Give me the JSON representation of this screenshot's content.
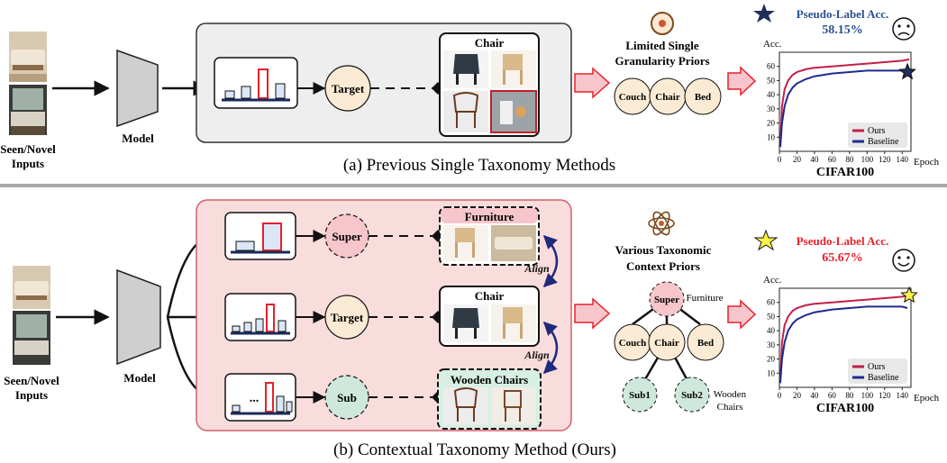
{
  "panel_a": {
    "caption": "(a) Previous Single Taxonomy Methods",
    "inputs_label_1": "Seen/Novel",
    "inputs_label_2": "Inputs",
    "model_label": "Model",
    "target_label": "Target",
    "class_box_title": "Chair",
    "priors_title_1": "Limited Single",
    "priors_title_2": "Granularity  Priors",
    "priors": [
      "Couch",
      "Chair",
      "Bed"
    ],
    "pseudo_label_title": "Pseudo-Label Acc.",
    "pseudo_label_value": "58.15%",
    "pseudo_color": "#2a4f8f",
    "chart_label": "CIFAR100"
  },
  "panel_b": {
    "caption": "(b) Contextual Taxonomy Method (Ours)",
    "inputs_label_1": "Seen/Novel",
    "inputs_label_2": "Inputs",
    "model_label": "Model",
    "super_label": "Super",
    "target_label": "Target",
    "sub_label": "Sub",
    "box_super_title": "Furniture",
    "box_target_title": "Chair",
    "box_sub_title": "Wooden Chairs",
    "align_label": "Align",
    "priors_title_1": "Various Taxonomic",
    "priors_title_2": "Context Priors",
    "tree_super": "Super",
    "tree_super_note": "Furniture",
    "tree_mid": [
      "Couch",
      "Chair",
      "Bed"
    ],
    "tree_sub": [
      "Sub1",
      "Sub2"
    ],
    "tree_sub_note_1": "Wooden",
    "tree_sub_note_2": "Chairs",
    "pseudo_label_title": "Pseudo-Label Acc.",
    "pseudo_label_value": "65.67%",
    "pseudo_color": "#e8202a",
    "chart_label": "CIFAR100"
  },
  "chart_data": [
    {
      "type": "line",
      "xlabel": "Epoch",
      "ylabel": "Acc.",
      "xticks": [
        0,
        20,
        40,
        60,
        80,
        100,
        120,
        140
      ],
      "yticks": [
        10,
        20,
        30,
        40,
        50,
        60
      ],
      "xlim": [
        0,
        150
      ],
      "ylim": [
        0,
        70
      ],
      "legend_position": "bottom-right",
      "series": [
        {
          "name": "Ours",
          "color": "#c21f4a",
          "x": [
            1,
            3,
            6,
            10,
            15,
            20,
            30,
            40,
            60,
            80,
            100,
            120,
            140,
            148
          ],
          "y": [
            5,
            32,
            44,
            50,
            54,
            56,
            58,
            59,
            60,
            61,
            62,
            63,
            64,
            65
          ]
        },
        {
          "name": "Baseline",
          "color": "#1f2a8f",
          "x": [
            1,
            3,
            6,
            10,
            15,
            20,
            30,
            40,
            60,
            80,
            100,
            120,
            140,
            146
          ],
          "y": [
            3,
            20,
            32,
            40,
            45,
            48,
            51,
            53,
            55,
            56,
            57,
            57,
            57,
            56
          ]
        }
      ]
    },
    {
      "type": "line",
      "xlabel": "Epoch",
      "ylabel": "Acc.",
      "xticks": [
        0,
        20,
        40,
        60,
        80,
        100,
        120,
        140
      ],
      "yticks": [
        10,
        20,
        30,
        40,
        50,
        60
      ],
      "xlim": [
        0,
        150
      ],
      "ylim": [
        0,
        70
      ],
      "legend_position": "bottom-right",
      "series": [
        {
          "name": "Ours",
          "color": "#c21f4a",
          "x": [
            1,
            3,
            6,
            10,
            15,
            20,
            30,
            40,
            60,
            80,
            100,
            120,
            140,
            148
          ],
          "y": [
            5,
            32,
            44,
            50,
            54,
            56,
            58,
            59,
            60,
            61,
            62,
            63,
            64,
            65
          ]
        },
        {
          "name": "Baseline",
          "color": "#1f2a8f",
          "x": [
            1,
            3,
            6,
            10,
            15,
            20,
            30,
            40,
            60,
            80,
            100,
            120,
            140,
            146
          ],
          "y": [
            3,
            20,
            32,
            40,
            45,
            48,
            51,
            53,
            55,
            56,
            57,
            57,
            57,
            56
          ]
        }
      ]
    }
  ]
}
